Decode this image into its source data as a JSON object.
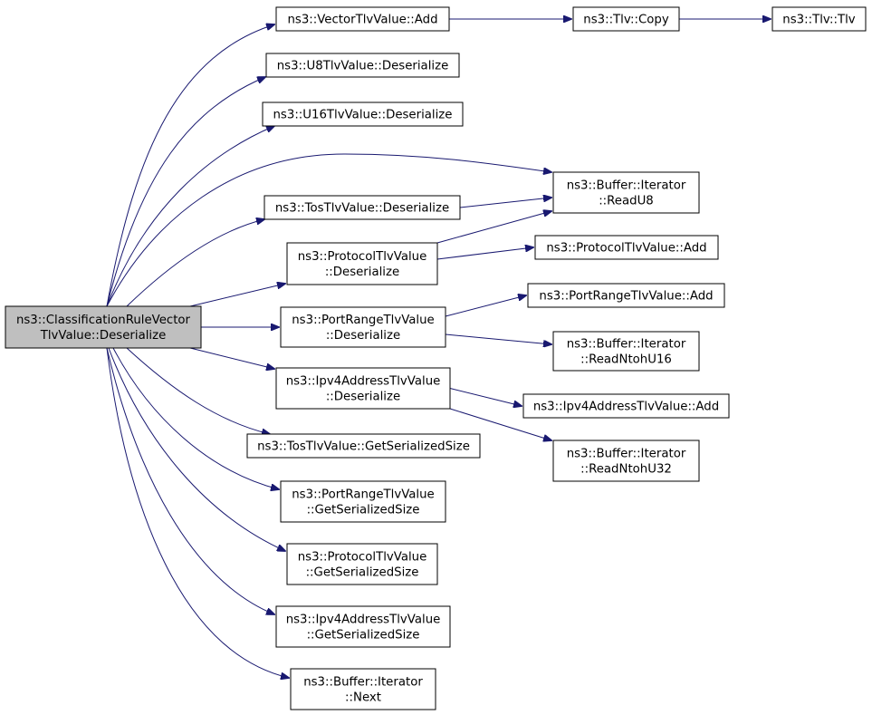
{
  "colors": {
    "edge": "#191970",
    "node_border": "#000000",
    "node_fill": "#ffffff",
    "root_fill": "#bfbfbf"
  },
  "nodes": [
    {
      "id": "root",
      "lines": [
        "ns3::ClassificationRuleVector",
        "TlvValue::Deserialize"
      ],
      "root": true
    },
    {
      "id": "vec_add",
      "lines": [
        "ns3::VectorTlvValue::Add"
      ]
    },
    {
      "id": "tlv_copy",
      "lines": [
        "ns3::Tlv::Copy"
      ]
    },
    {
      "id": "tlv_tlv",
      "lines": [
        "ns3::Tlv::Tlv"
      ]
    },
    {
      "id": "u8_deser",
      "lines": [
        "ns3::U8TlvValue::Deserialize"
      ]
    },
    {
      "id": "u16_deser",
      "lines": [
        "ns3::U16TlvValue::Deserialize"
      ]
    },
    {
      "id": "readu8",
      "lines": [
        "ns3::Buffer::Iterator",
        "::ReadU8"
      ]
    },
    {
      "id": "tos_deser",
      "lines": [
        "ns3::TosTlvValue::Deserialize"
      ]
    },
    {
      "id": "proto_deser",
      "lines": [
        "ns3::ProtocolTlvValue",
        "::Deserialize"
      ]
    },
    {
      "id": "proto_add",
      "lines": [
        "ns3::ProtocolTlvValue::Add"
      ]
    },
    {
      "id": "port_add",
      "lines": [
        "ns3::PortRangeTlvValue::Add"
      ]
    },
    {
      "id": "port_deser",
      "lines": [
        "ns3::PortRangeTlvValue",
        "::Deserialize"
      ]
    },
    {
      "id": "readntohu16",
      "lines": [
        "ns3::Buffer::Iterator",
        "::ReadNtohU16"
      ]
    },
    {
      "id": "ipv4_deser",
      "lines": [
        "ns3::Ipv4AddressTlvValue",
        "::Deserialize"
      ]
    },
    {
      "id": "ipv4_add",
      "lines": [
        "ns3::Ipv4AddressTlvValue::Add"
      ]
    },
    {
      "id": "tos_size",
      "lines": [
        "ns3::TosTlvValue::GetSerializedSize"
      ]
    },
    {
      "id": "readntohu32",
      "lines": [
        "ns3::Buffer::Iterator",
        "::ReadNtohU32"
      ]
    },
    {
      "id": "port_size",
      "lines": [
        "ns3::PortRangeTlvValue",
        "::GetSerializedSize"
      ]
    },
    {
      "id": "proto_size",
      "lines": [
        "ns3::ProtocolTlvValue",
        "::GetSerializedSize"
      ]
    },
    {
      "id": "ipv4_size",
      "lines": [
        "ns3::Ipv4AddressTlvValue",
        "::GetSerializedSize"
      ]
    },
    {
      "id": "next",
      "lines": [
        "ns3::Buffer::Iterator",
        "::Next"
      ]
    }
  ],
  "edges": [
    [
      "root",
      "vec_add"
    ],
    [
      "root",
      "u8_deser"
    ],
    [
      "root",
      "u16_deser"
    ],
    [
      "root",
      "readu8"
    ],
    [
      "root",
      "tos_deser"
    ],
    [
      "root",
      "proto_deser"
    ],
    [
      "root",
      "port_deser"
    ],
    [
      "root",
      "ipv4_deser"
    ],
    [
      "root",
      "tos_size"
    ],
    [
      "root",
      "port_size"
    ],
    [
      "root",
      "proto_size"
    ],
    [
      "root",
      "ipv4_size"
    ],
    [
      "root",
      "next"
    ],
    [
      "vec_add",
      "tlv_copy"
    ],
    [
      "tlv_copy",
      "tlv_tlv"
    ],
    [
      "tos_deser",
      "readu8"
    ],
    [
      "proto_deser",
      "readu8"
    ],
    [
      "proto_deser",
      "proto_add"
    ],
    [
      "port_deser",
      "port_add"
    ],
    [
      "port_deser",
      "readntohu16"
    ],
    [
      "ipv4_deser",
      "ipv4_add"
    ],
    [
      "ipv4_deser",
      "readntohu32"
    ]
  ]
}
